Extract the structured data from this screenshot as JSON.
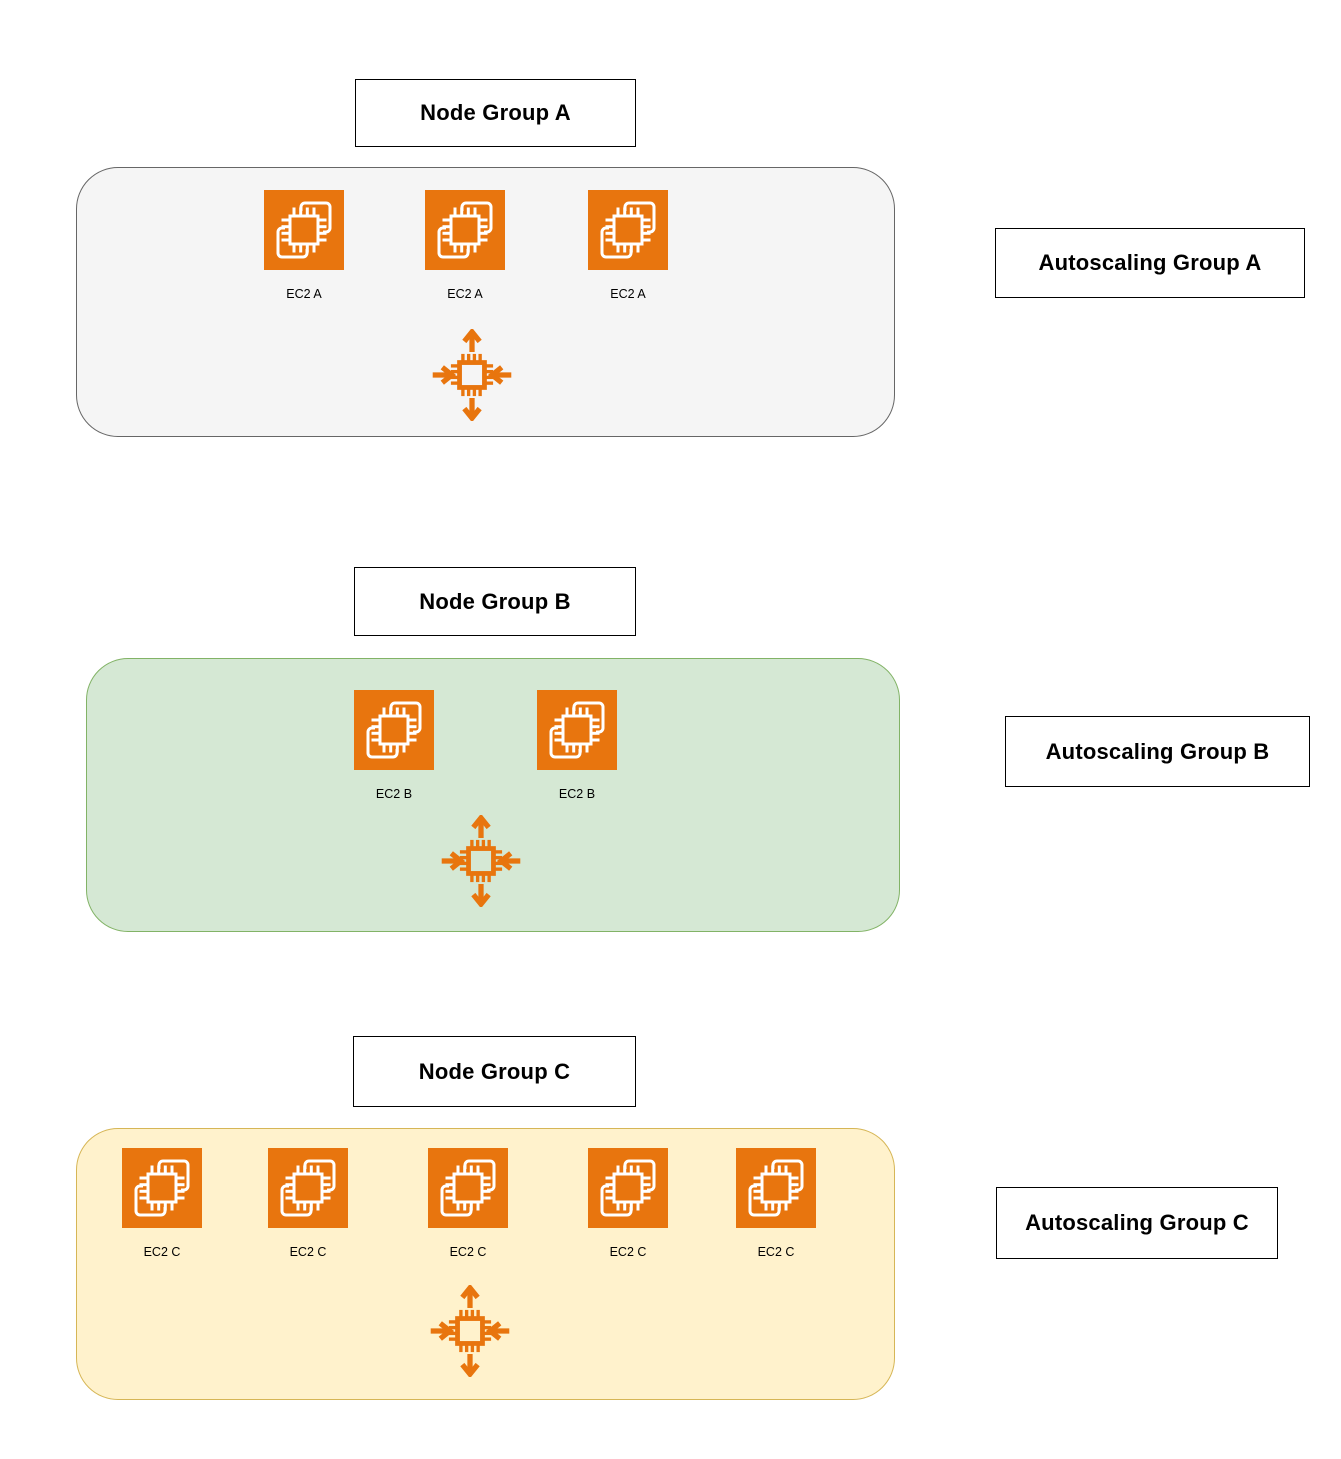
{
  "canvas": {
    "background": "#FFFFFF"
  },
  "colors": {
    "aws_orange": "#E8750E",
    "icon_glyph": "#FFFFFF",
    "group_a_fill": "#F5F5F5",
    "group_a_stroke": "#666666",
    "group_b_fill": "#D5E8D4",
    "group_b_stroke": "#82B366",
    "group_c_fill": "#FFF2CC",
    "group_c_stroke": "#D6B656",
    "box_border": "#000000",
    "text_color": "#000000"
  },
  "icons": {
    "instance": "ec2-instance-icon",
    "autoscaling": "ec2-auto-scaling-icon"
  },
  "groups": [
    {
      "node_group_label": "Node Group A",
      "autoscaling_group_label": "Autoscaling Group A",
      "instances": [
        {
          "label": "EC2 A"
        },
        {
          "label": "EC2 A"
        },
        {
          "label": "EC2 A"
        }
      ]
    },
    {
      "node_group_label": "Node Group B",
      "autoscaling_group_label": "Autoscaling Group B",
      "instances": [
        {
          "label": "EC2 B"
        },
        {
          "label": "EC2 B"
        }
      ]
    },
    {
      "node_group_label": "Node Group C",
      "autoscaling_group_label": "Autoscaling Group C",
      "instances": [
        {
          "label": "EC2 C"
        },
        {
          "label": "EC2 C"
        },
        {
          "label": "EC2 C"
        },
        {
          "label": "EC2 C"
        },
        {
          "label": "EC2 C"
        }
      ]
    }
  ]
}
